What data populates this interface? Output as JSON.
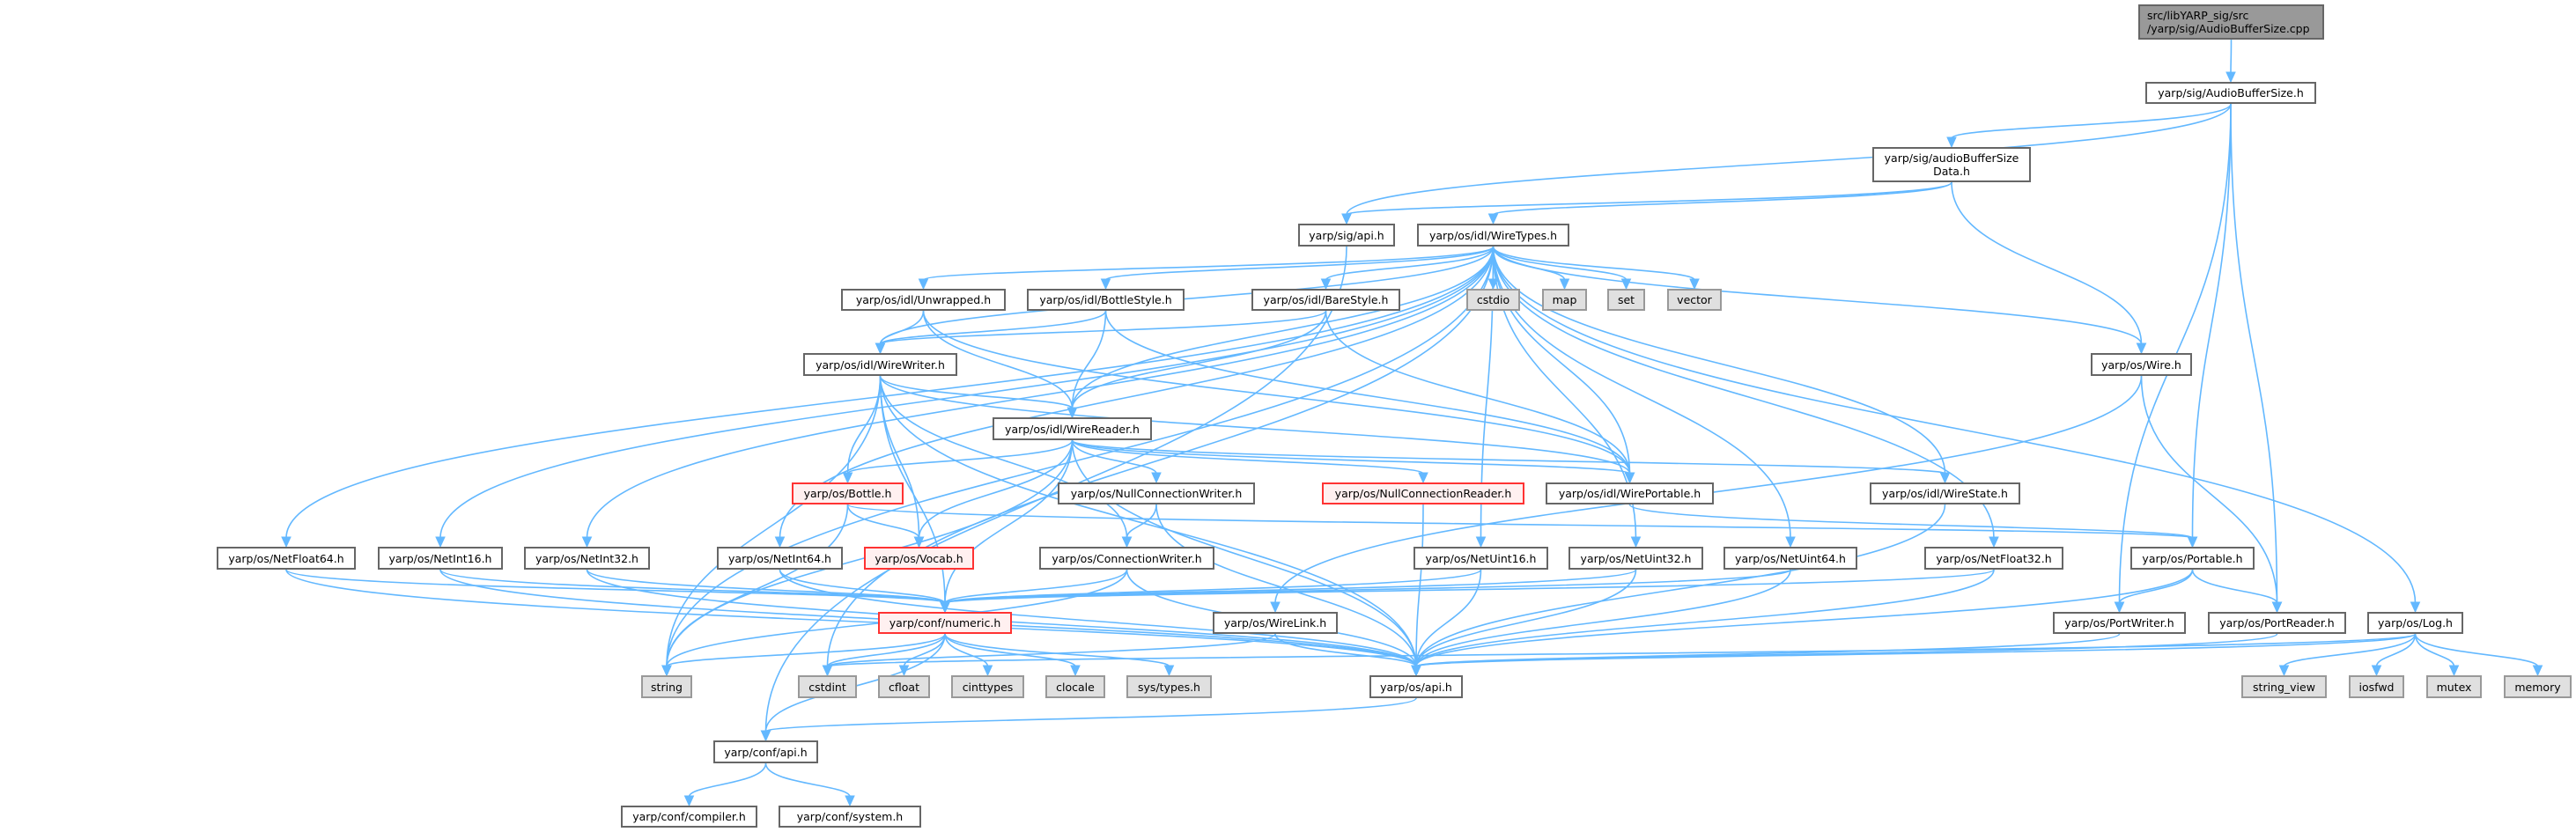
{
  "title": "Include dependency graph for AudioBufferSize.cpp",
  "colors": {
    "edge": "#63b8ff",
    "root_fill": "#999999",
    "external_fill": "#e0e0e0",
    "incomplete_border": "#ff3333"
  },
  "nodes": {
    "root": {
      "label": "src/libYARP_sig/src\n/yarp/sig/AudioBufferSize.cpp",
      "kind": "root"
    },
    "absh": {
      "label": "yarp/sig/AudioBufferSize.h",
      "kind": "normal"
    },
    "absdata": {
      "label": "yarp/sig/audioBufferSize\nData.h",
      "kind": "normal"
    },
    "sigapi": {
      "label": "yarp/sig/api.h",
      "kind": "normal"
    },
    "wiretypes": {
      "label": "yarp/os/idl/WireTypes.h",
      "kind": "normal"
    },
    "unwrapped": {
      "label": "yarp/os/idl/Unwrapped.h",
      "kind": "normal"
    },
    "bottlestyle": {
      "label": "yarp/os/idl/BottleStyle.h",
      "kind": "normal"
    },
    "barestyle": {
      "label": "yarp/os/idl/BareStyle.h",
      "kind": "normal"
    },
    "cstdio": {
      "label": "cstdio",
      "kind": "external"
    },
    "map": {
      "label": "map",
      "kind": "external"
    },
    "set": {
      "label": "set",
      "kind": "external"
    },
    "vector": {
      "label": "vector",
      "kind": "external"
    },
    "wire": {
      "label": "yarp/os/Wire.h",
      "kind": "normal"
    },
    "wirewriter": {
      "label": "yarp/os/idl/WireWriter.h",
      "kind": "normal"
    },
    "wirereader": {
      "label": "yarp/os/idl/WireReader.h",
      "kind": "normal"
    },
    "bottle": {
      "label": "yarp/os/Bottle.h",
      "kind": "incomplete"
    },
    "nullconnwriter": {
      "label": "yarp/os/NullConnectionWriter.h",
      "kind": "normal"
    },
    "nullconnreader": {
      "label": "yarp/os/NullConnectionReader.h",
      "kind": "incomplete"
    },
    "wireportable": {
      "label": "yarp/os/idl/WirePortable.h",
      "kind": "normal"
    },
    "wirestate": {
      "label": "yarp/os/idl/WireState.h",
      "kind": "normal"
    },
    "netfloat64": {
      "label": "yarp/os/NetFloat64.h",
      "kind": "normal"
    },
    "netint16": {
      "label": "yarp/os/NetInt16.h",
      "kind": "normal"
    },
    "netint32": {
      "label": "yarp/os/NetInt32.h",
      "kind": "normal"
    },
    "netint64": {
      "label": "yarp/os/NetInt64.h",
      "kind": "normal"
    },
    "vocab": {
      "label": "yarp/os/Vocab.h",
      "kind": "incomplete"
    },
    "connwriter": {
      "label": "yarp/os/ConnectionWriter.h",
      "kind": "normal"
    },
    "netuint16": {
      "label": "yarp/os/NetUint16.h",
      "kind": "normal"
    },
    "netuint32": {
      "label": "yarp/os/NetUint32.h",
      "kind": "normal"
    },
    "netuint64": {
      "label": "yarp/os/NetUint64.h",
      "kind": "normal"
    },
    "netfloat32": {
      "label": "yarp/os/NetFloat32.h",
      "kind": "normal"
    },
    "portable": {
      "label": "yarp/os/Portable.h",
      "kind": "normal"
    },
    "numeric": {
      "label": "yarp/conf/numeric.h",
      "kind": "incomplete"
    },
    "wirelink": {
      "label": "yarp/os/WireLink.h",
      "kind": "normal"
    },
    "portwriter": {
      "label": "yarp/os/PortWriter.h",
      "kind": "normal"
    },
    "portreader": {
      "label": "yarp/os/PortReader.h",
      "kind": "normal"
    },
    "log": {
      "label": "yarp/os/Log.h",
      "kind": "normal"
    },
    "string": {
      "label": "string",
      "kind": "external"
    },
    "cstdint": {
      "label": "cstdint",
      "kind": "external"
    },
    "cfloat": {
      "label": "cfloat",
      "kind": "external"
    },
    "cinttypes": {
      "label": "cinttypes",
      "kind": "external"
    },
    "clocale": {
      "label": "clocale",
      "kind": "external"
    },
    "systypes": {
      "label": "sys/types.h",
      "kind": "external"
    },
    "osapi": {
      "label": "yarp/os/api.h",
      "kind": "normal"
    },
    "string_view": {
      "label": "string_view",
      "kind": "external"
    },
    "iosfwd": {
      "label": "iosfwd",
      "kind": "external"
    },
    "mutex": {
      "label": "mutex",
      "kind": "external"
    },
    "memory": {
      "label": "memory",
      "kind": "external"
    },
    "confapi": {
      "label": "yarp/conf/api.h",
      "kind": "normal"
    },
    "compiler": {
      "label": "yarp/conf/compiler.h",
      "kind": "normal"
    },
    "system": {
      "label": "yarp/conf/system.h",
      "kind": "normal"
    }
  },
  "edges": [
    [
      "root",
      "absh"
    ],
    [
      "absh",
      "sigapi"
    ],
    [
      "absh",
      "absdata"
    ],
    [
      "absh",
      "portable"
    ],
    [
      "absh",
      "portwriter"
    ],
    [
      "absh",
      "portreader"
    ],
    [
      "absdata",
      "sigapi"
    ],
    [
      "absdata",
      "wiretypes"
    ],
    [
      "absdata",
      "wire"
    ],
    [
      "sigapi",
      "confapi"
    ],
    [
      "wiretypes",
      "string"
    ],
    [
      "wiretypes",
      "cstdint"
    ],
    [
      "wiretypes",
      "unwrapped"
    ],
    [
      "wiretypes",
      "bottlestyle"
    ],
    [
      "wiretypes",
      "barestyle"
    ],
    [
      "wiretypes",
      "wirewriter"
    ],
    [
      "wiretypes",
      "wirereader"
    ],
    [
      "wiretypes",
      "cstdio"
    ],
    [
      "wiretypes",
      "map"
    ],
    [
      "wiretypes",
      "set"
    ],
    [
      "wiretypes",
      "vector"
    ],
    [
      "wiretypes",
      "wireportable"
    ],
    [
      "wiretypes",
      "wire"
    ],
    [
      "wiretypes",
      "wirestate"
    ],
    [
      "wiretypes",
      "netfloat64"
    ],
    [
      "wiretypes",
      "netint16"
    ],
    [
      "wiretypes",
      "netint32"
    ],
    [
      "wiretypes",
      "netint64"
    ],
    [
      "wiretypes",
      "netuint16"
    ],
    [
      "wiretypes",
      "netuint32"
    ],
    [
      "wiretypes",
      "netuint64"
    ],
    [
      "wiretypes",
      "netfloat32"
    ],
    [
      "wiretypes",
      "log"
    ],
    [
      "unwrapped",
      "wirewriter"
    ],
    [
      "unwrapped",
      "wirereader"
    ],
    [
      "unwrapped",
      "wireportable"
    ],
    [
      "bottlestyle",
      "wirewriter"
    ],
    [
      "bottlestyle",
      "wirereader"
    ],
    [
      "bottlestyle",
      "wireportable"
    ],
    [
      "barestyle",
      "wirewriter"
    ],
    [
      "barestyle",
      "wirereader"
    ],
    [
      "barestyle",
      "wireportable"
    ],
    [
      "wirewriter",
      "wirereader"
    ],
    [
      "wirewriter",
      "bottle"
    ],
    [
      "wirewriter",
      "vocab"
    ],
    [
      "wirewriter",
      "connwriter"
    ],
    [
      "wirewriter",
      "numeric"
    ],
    [
      "wirewriter",
      "string"
    ],
    [
      "wirewriter",
      "osapi"
    ],
    [
      "wirewriter",
      "wireportable"
    ],
    [
      "wirereader",
      "bottle"
    ],
    [
      "wirereader",
      "vocab"
    ],
    [
      "wirereader",
      "nullconnwriter"
    ],
    [
      "wirereader",
      "nullconnreader"
    ],
    [
      "wirereader",
      "wireportable"
    ],
    [
      "wirereader",
      "wirestate"
    ],
    [
      "wirereader",
      "numeric"
    ],
    [
      "wirereader",
      "osapi"
    ],
    [
      "wirereader",
      "string"
    ],
    [
      "bottle",
      "vocab"
    ],
    [
      "bottle",
      "portable"
    ],
    [
      "bottle",
      "string"
    ],
    [
      "nullconnwriter",
      "connwriter"
    ],
    [
      "nullconnwriter",
      "osapi"
    ],
    [
      "nullconnreader",
      "osapi"
    ],
    [
      "wireportable",
      "portable"
    ],
    [
      "wirestate",
      "osapi"
    ],
    [
      "netfloat64",
      "numeric"
    ],
    [
      "netfloat64",
      "osapi"
    ],
    [
      "netint16",
      "numeric"
    ],
    [
      "netint16",
      "osapi"
    ],
    [
      "netint32",
      "numeric"
    ],
    [
      "netint32",
      "osapi"
    ],
    [
      "netint64",
      "numeric"
    ],
    [
      "netint64",
      "osapi"
    ],
    [
      "connwriter",
      "numeric"
    ],
    [
      "connwriter",
      "string"
    ],
    [
      "connwriter",
      "osapi"
    ],
    [
      "netuint16",
      "numeric"
    ],
    [
      "netuint16",
      "osapi"
    ],
    [
      "netuint32",
      "numeric"
    ],
    [
      "netuint32",
      "osapi"
    ],
    [
      "netuint64",
      "numeric"
    ],
    [
      "netuint64",
      "osapi"
    ],
    [
      "netfloat32",
      "numeric"
    ],
    [
      "netfloat32",
      "osapi"
    ],
    [
      "portable",
      "portwriter"
    ],
    [
      "portable",
      "portreader"
    ],
    [
      "portable",
      "osapi"
    ],
    [
      "wire",
      "wirelink"
    ],
    [
      "wire",
      "portreader"
    ],
    [
      "wirelink",
      "osapi"
    ],
    [
      "wirelink",
      "cstdint"
    ],
    [
      "numeric",
      "string"
    ],
    [
      "numeric",
      "cstdint"
    ],
    [
      "numeric",
      "cfloat"
    ],
    [
      "numeric",
      "cinttypes"
    ],
    [
      "numeric",
      "clocale"
    ],
    [
      "numeric",
      "systypes"
    ],
    [
      "numeric",
      "confapi"
    ],
    [
      "portwriter",
      "osapi"
    ],
    [
      "portreader",
      "osapi"
    ],
    [
      "log",
      "osapi"
    ],
    [
      "log",
      "string_view"
    ],
    [
      "log",
      "iosfwd"
    ],
    [
      "log",
      "mutex"
    ],
    [
      "log",
      "memory"
    ],
    [
      "log",
      "cstdint"
    ],
    [
      "osapi",
      "confapi"
    ],
    [
      "confapi",
      "compiler"
    ],
    [
      "confapi",
      "system"
    ]
  ]
}
